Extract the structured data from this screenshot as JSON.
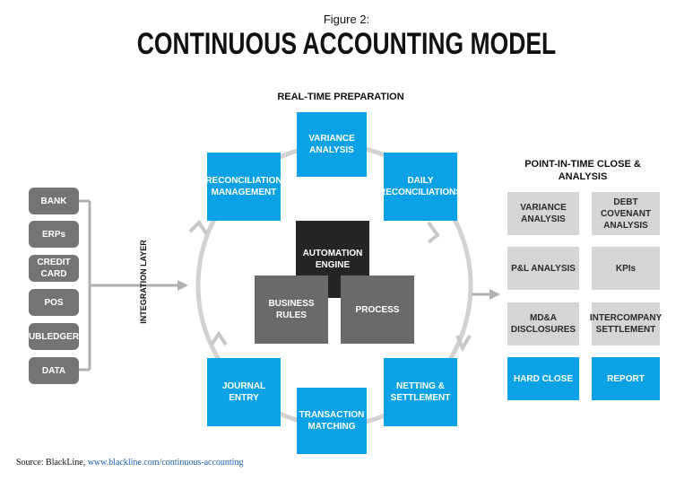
{
  "figure_label": "Figure 2:",
  "title": "CONTINUOUS ACCOUNTING MODEL",
  "real_time_label": "REAL-TIME PREPARATION",
  "point_in_time_label": "POINT-IN-TIME CLOSE & ANALYSIS",
  "integration_label": "INTEGRATION LAYER",
  "sources": [
    "BANK",
    "ERPs",
    "CREDIT CARD",
    "POS",
    "SUBLEDGERS",
    "DATA"
  ],
  "cycle": {
    "variance": "VARIANCE ANALYSIS",
    "daily": "DAILY RECONCILIATIONS",
    "netting": "NETTING & SETTLEMENT",
    "transaction": "TRANSACTION MATCHING",
    "journal": "JOURNAL ENTRY",
    "reconciliation": "RECONCILIATION MANAGEMENT"
  },
  "center": {
    "automation": "AUTOMATION ENGINE",
    "business_rules": "BUSINESS RULES",
    "process": "PROCESS"
  },
  "close_items": [
    "VARIANCE ANALYSIS",
    "DEBT COVENANT ANALYSIS",
    "P&L ANALYSIS",
    "KPIs",
    "MD&A DISCLOSURES",
    "INTERCOMPANY SETTLEMENT",
    "HARD CLOSE",
    "REPORT"
  ],
  "source_note": {
    "prefix": "Source: BlackLine,",
    "link": "www.blackline.com/continuous-accounting"
  },
  "colors": {
    "blue": "#0aa2e4",
    "dark": "#262426",
    "mid": "#6a6a6a",
    "gray": "#d5d5d5"
  }
}
